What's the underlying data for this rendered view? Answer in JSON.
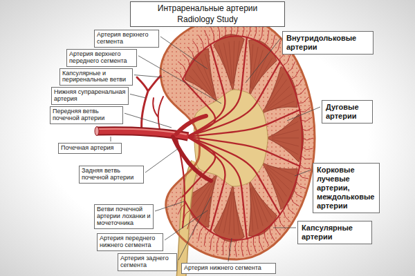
{
  "diagram": {
    "title": "Интраренальные артерии Radiology Study",
    "nodes": [
      {
        "text": [
          "Артерия верхнего сегмента"
        ]
      },
      {
        "text": [
          "Артерия верхнего переднего сегмента"
        ]
      },
      {
        "text": [
          "Капсулярные и периренальные ветви"
        ]
      },
      {
        "text": [
          "Нижняя супраренальная артерия"
        ]
      },
      {
        "text": [
          "Передняя ветвь почечной артерии"
        ]
      },
      {
        "text": [
          "Почечная артерия"
        ]
      },
      {
        "text": [
          "Задняя ветвь почечной артерии"
        ]
      },
      {
        "text": [
          "Ветви почечной артерии лоханки и мочеточника"
        ]
      },
      {
        "text": [
          "Артерия переднего нижнего сегмента"
        ]
      },
      {
        "text": [
          "Артерия заднего сегмента"
        ]
      },
      {
        "text": [
          "Артерия нижнего сегмента"
        ]
      },
      {
        "text": [
          "Внутридольковые артерии"
        ]
      },
      {
        "text": [
          "Дуговые артерии"
        ]
      },
      {
        "text": [
          "Корковые лучевые артерии, междольковые артерии"
        ]
      },
      {
        "text": [
          "Капсулярные артерии"
        ]
      }
    ]
  }
}
